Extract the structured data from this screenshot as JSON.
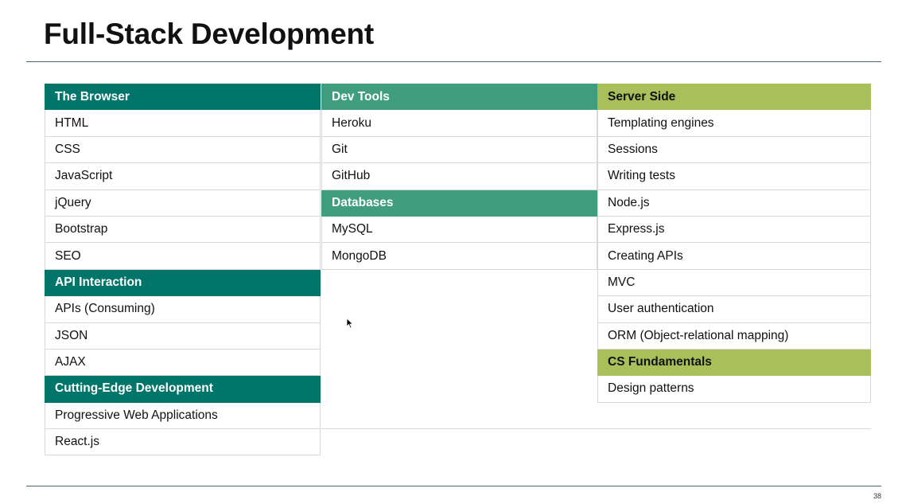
{
  "slide": {
    "title": "Full-Stack Development",
    "page_number": "38"
  },
  "columns": {
    "browser": {
      "header": "The Browser",
      "items": [
        "HTML",
        "CSS",
        "JavaScript",
        "jQuery",
        "Bootstrap",
        "SEO"
      ]
    },
    "api": {
      "header": "API Interaction",
      "items": [
        "APIs (Consuming)",
        "JSON",
        "AJAX"
      ]
    },
    "cutting_edge": {
      "header": "Cutting-Edge Development",
      "items": [
        "Progressive Web Applications",
        "React.js"
      ]
    },
    "dev_tools": {
      "header": "Dev Tools",
      "items": [
        "Heroku",
        "Git",
        "GitHub"
      ]
    },
    "databases": {
      "header": "Databases",
      "items": [
        "MySQL",
        "MongoDB"
      ]
    },
    "server_side": {
      "header": "Server Side",
      "items": [
        "Templating engines",
        "Sessions",
        "Writing tests",
        "Node.js",
        "Express.js",
        "Creating APIs",
        "MVC",
        "User authentication",
        "ORM (Object-relational mapping)"
      ]
    },
    "cs_fundamentals": {
      "header": "CS Fundamentals",
      "items": [
        "Design patterns"
      ]
    }
  },
  "colors": {
    "teal": "#02756a",
    "green": "#409e7e",
    "lime": "#a8bf5a"
  }
}
